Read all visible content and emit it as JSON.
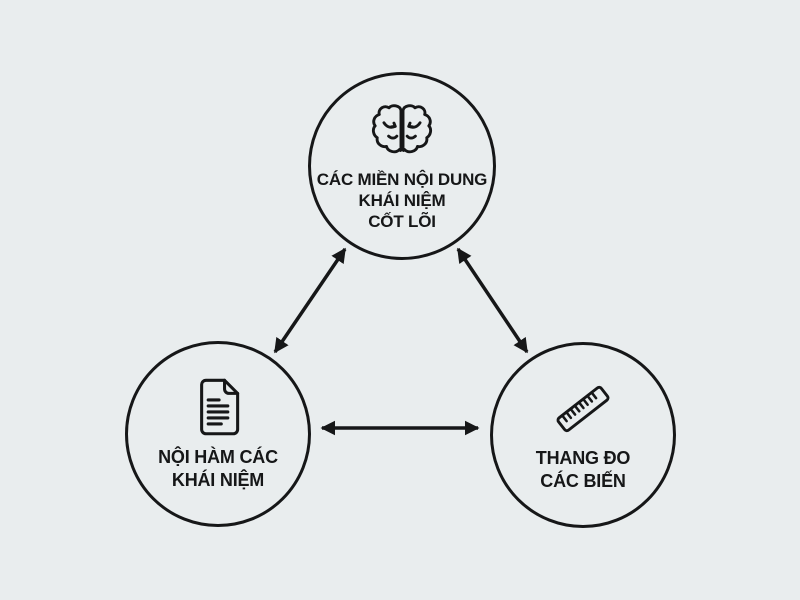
{
  "colors": {
    "ink": "#161718",
    "bg": "#e9edee"
  },
  "diagram": {
    "type": "triangle-relationship-diagram",
    "nodes": [
      {
        "id": "core-content-domains",
        "icon": "brain-icon",
        "lines": [
          "CÁC MIỀN NỘI DUNG",
          "KHÁI NIỆM",
          "CỐT LÕI"
        ]
      },
      {
        "id": "concept-content",
        "icon": "document-icon",
        "lines": [
          "NỘI HÀM CÁC",
          "KHÁI NIỆM"
        ]
      },
      {
        "id": "variable-scales",
        "icon": "ruler-icon",
        "lines": [
          "THANG ĐO",
          "CÁC BIẾN"
        ]
      }
    ],
    "connections": [
      {
        "from": "core-content-domains",
        "to": "concept-content",
        "type": "bidirectional"
      },
      {
        "from": "core-content-domains",
        "to": "variable-scales",
        "type": "bidirectional"
      },
      {
        "from": "concept-content",
        "to": "variable-scales",
        "type": "bidirectional"
      }
    ]
  }
}
